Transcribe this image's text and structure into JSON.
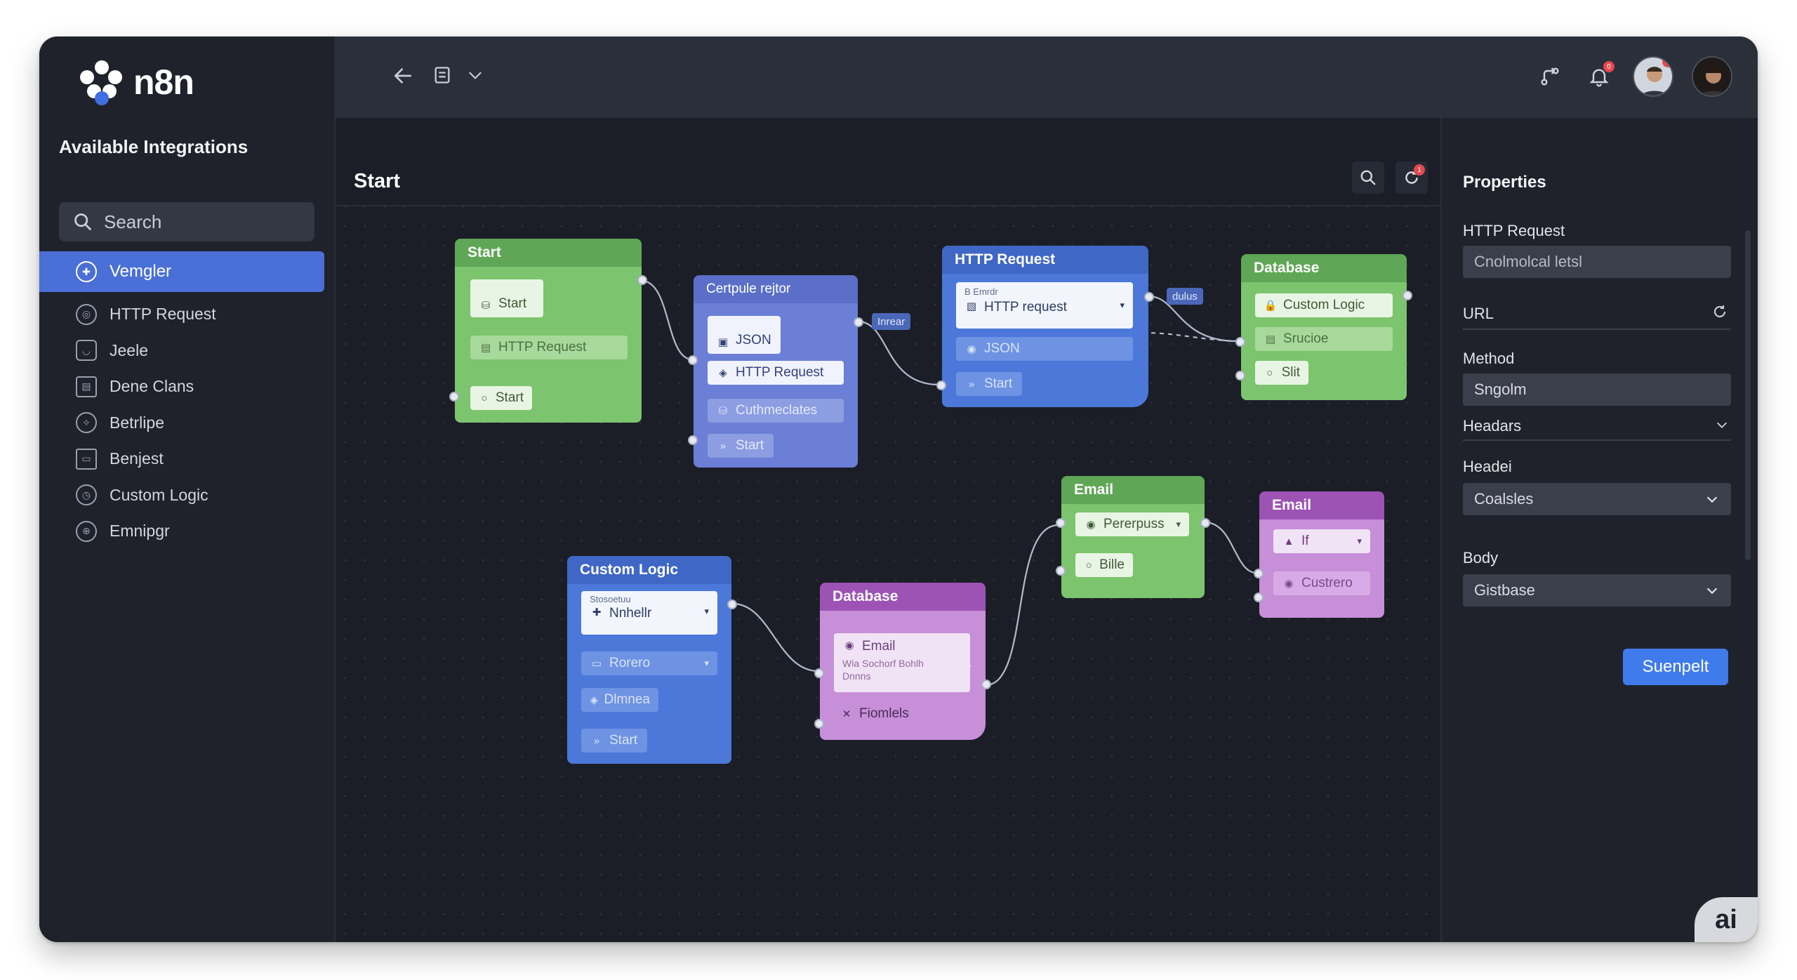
{
  "app": {
    "name": "n8n",
    "sidebar_title": "Available Integrations",
    "search_placeholder": "Search",
    "nav": [
      {
        "label": "Vemgler",
        "icon": "puzzle-icon",
        "active": true
      },
      {
        "label": "HTTP Request",
        "icon": "globe-icon",
        "active": false
      },
      {
        "label": "Jeele",
        "icon": "smile-icon",
        "active": false
      },
      {
        "label": "Dene Clans",
        "icon": "calendar-icon",
        "active": false
      },
      {
        "label": "Betrlipe",
        "icon": "compass-icon",
        "active": false
      },
      {
        "label": "Benjest",
        "icon": "folder-icon",
        "active": false
      },
      {
        "label": "Custom Logic",
        "icon": "clock-icon",
        "active": false
      },
      {
        "label": "Emnipgr",
        "icon": "globe-icon",
        "active": false
      }
    ]
  },
  "topbar": {
    "back_icon": "arrow-left-icon",
    "doc_icon": "document-icon",
    "chevron_icon": "chevron-down-icon",
    "git_icon": "git-branch-icon",
    "notifications": {
      "icon": "bell-icon",
      "badge": "0"
    },
    "avatar_badge": "0"
  },
  "canvas": {
    "title": "Start",
    "search_icon": "search-icon",
    "refresh_badge": "1",
    "nodes": {
      "start": {
        "title": "Start",
        "chip1": "Start",
        "chip2": "HTTP Request",
        "chip3": "Start"
      },
      "compute": {
        "title": "Certpule rejtor",
        "chip1": "JSON",
        "chip2": "HTTP Request",
        "chip3": "Cuthmeclates",
        "chip4": "Start"
      },
      "http": {
        "title": "HTTP Request",
        "sub": "B Emrdr",
        "chip1": "HTTP request",
        "chip2": "JSON",
        "chip3": "Start"
      },
      "database1": {
        "title": "Database",
        "chip1": "Custom Logic",
        "chip2": "Srucioe",
        "chip3": "Slit"
      },
      "custom": {
        "title": "Custom Logic",
        "sub": "Stosoetuu",
        "chip1": "Nnhellr",
        "chip2": "Rorero",
        "chip3": "Dlmnea",
        "chip4": "Start"
      },
      "database2": {
        "title": "Database",
        "chip1": "Email",
        "chip1_sub": "Wia Sochorf Bohlh Dnnns",
        "chip2": "Fiomlels"
      },
      "email1": {
        "title": "Email",
        "chip1": "Pererpuss",
        "chip2": "Bille"
      },
      "email2": {
        "title": "Email",
        "chip1": "If",
        "chip2": "Custrero"
      }
    },
    "edge_labels": {
      "a": "Inrear",
      "b": "dulus"
    }
  },
  "properties": {
    "title": "Properties",
    "http_request_label": "HTTP Request",
    "http_request_value": "Cnolmolcal letsl",
    "url_label": "URL",
    "method_label": "Method",
    "method_value": "Sngolm",
    "headers_label": "Headars",
    "header_label": "Headei",
    "header_value": "Coalsles",
    "body_label": "Body",
    "body_value": "Gistbase",
    "submit_label": "Suenpelt"
  },
  "fab": {
    "label": "ai"
  },
  "colors": {
    "accent": "#4a6fd6",
    "green": "#7cc46d",
    "blue": "#4b78d9",
    "purple": "#c68fd8",
    "submit": "#3f7bea"
  }
}
